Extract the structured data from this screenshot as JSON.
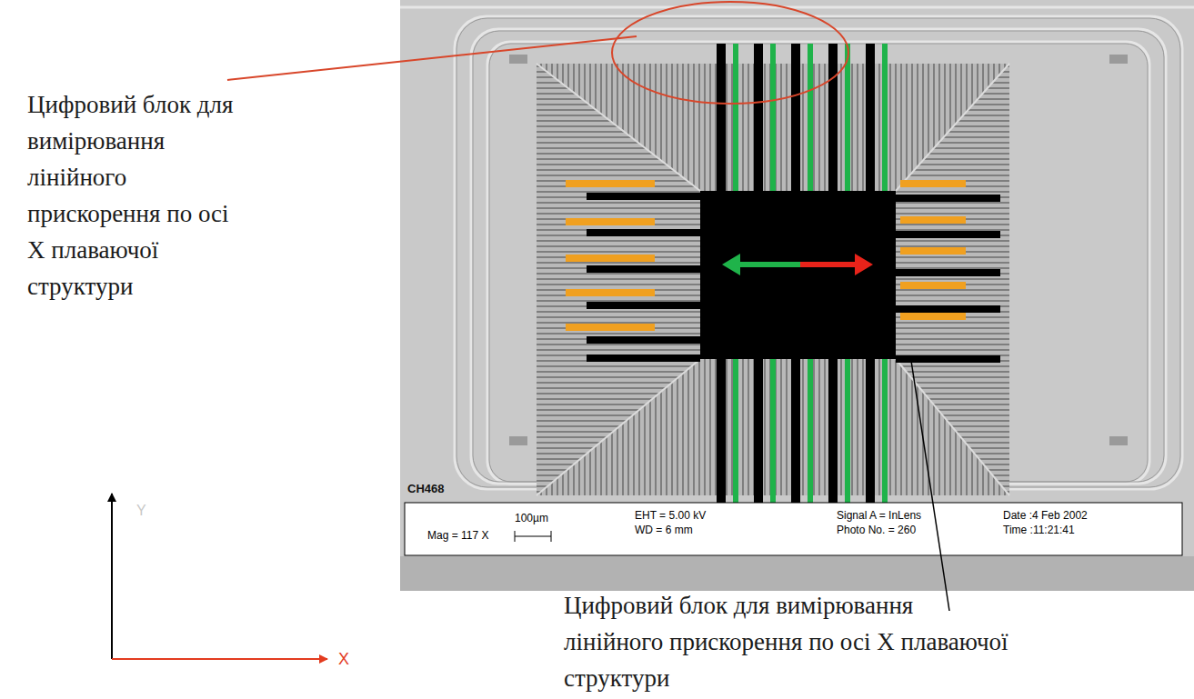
{
  "diagram": {
    "labels": [
      "Цифровий блок для вимірювання лінійного прискорення по осі X плаваючої структури",
      "CH468",
      "Mag = 117 X",
      "100µm",
      "EHT = 5.00 kV",
      "WD = 6 mm",
      "Signal A = InLens",
      "Photo No. = 260",
      "Date :4 Feb 2002",
      "Time :11:21:41",
      "Цифровий блок для вимірювання лінійного прискорення по осі X плаваючої структури",
      "Y",
      "X"
    ]
  }
}
